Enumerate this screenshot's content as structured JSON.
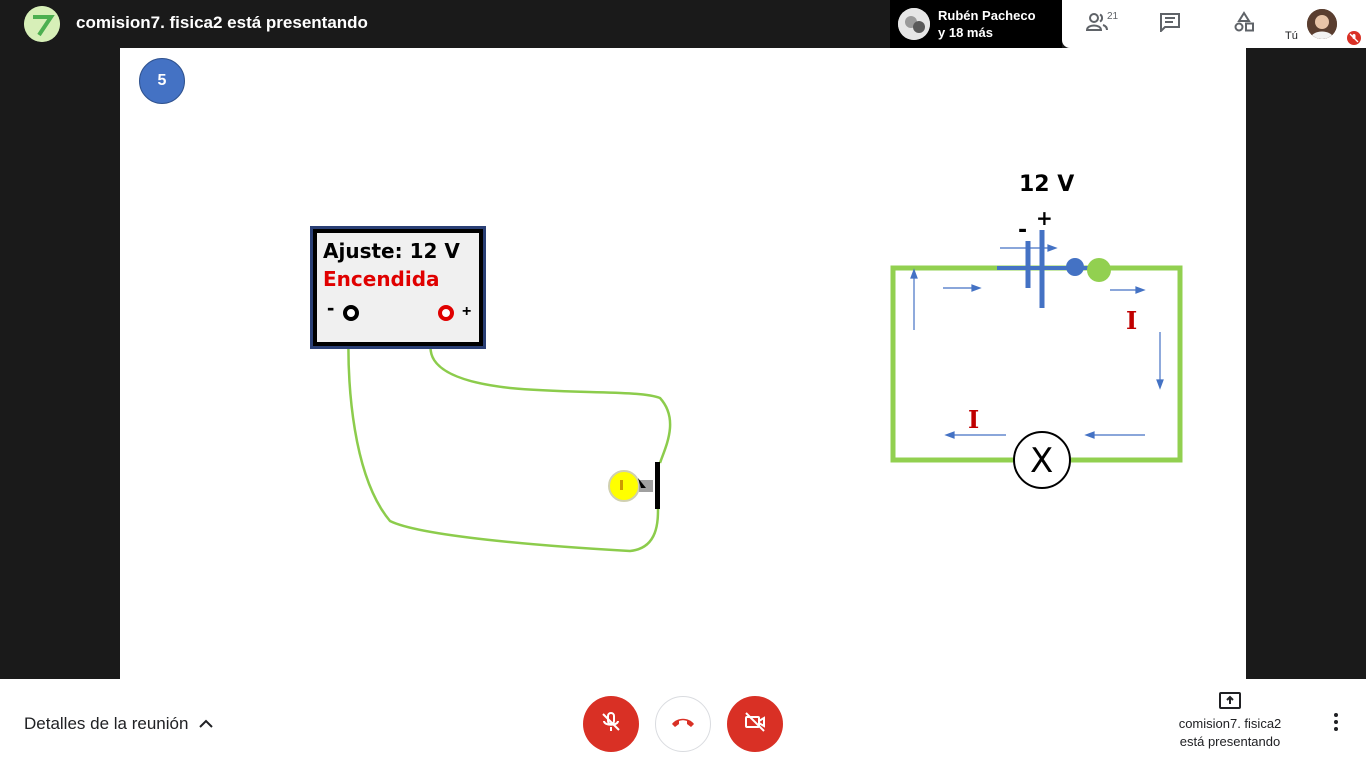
{
  "header": {
    "presenting_title": "comision7. fisica2 está presentando",
    "participants": {
      "name_line1": "Rubén Pacheco",
      "name_line2": "y 18 más"
    },
    "people_count": "21",
    "self_label": "Tú"
  },
  "slide": {
    "number": "5",
    "power_supply": {
      "setting": "Ajuste: 12 V",
      "status": "Encendida",
      "neg_sign": "-",
      "pos_sign": "+"
    },
    "circuit": {
      "voltage_label": "12 V",
      "neg_sign": "-",
      "pos_sign": "+",
      "current_label": "I",
      "lamp_symbol": "X"
    }
  },
  "footer": {
    "meeting_details": "Detalles de la reunión",
    "presenting_line1": "comision7. fisica2",
    "presenting_line2": "está presentando"
  },
  "colors": {
    "end_call_red": "#d93025",
    "slide_badge": "#4472c4",
    "wire_green": "#8ccc4c",
    "arrow_blue": "#4472c4",
    "current_red": "#c00000"
  },
  "icons": [
    "people-icon",
    "chat-icon",
    "activities-icon",
    "mic-off-icon",
    "hangup-icon",
    "camera-off-icon",
    "present-icon",
    "more-vert-icon",
    "chevron-up-icon"
  ]
}
